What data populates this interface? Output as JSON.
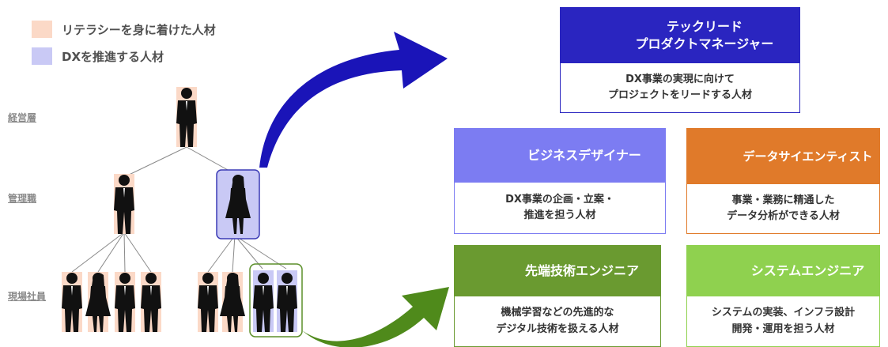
{
  "legend": [
    {
      "label": "リテラシーを身に着けた人材",
      "color": "#fbd9c7"
    },
    {
      "label": "DXを推進する人材",
      "color": "#c9c9f5"
    }
  ],
  "levels": [
    "経営層",
    "管理職",
    "現場社員"
  ],
  "cards": {
    "tech_lead": {
      "title_1": "テックリード",
      "title_2": "プロダクトマネージャー",
      "desc_1": "DX事業の実現に向けて",
      "desc_2": "プロジェクトをリードする人材",
      "header_color": "#2a25c0",
      "icon": "woman-headset-icon"
    },
    "biz_designer": {
      "title": "ビジネスデザイナー",
      "desc_1": "DX事業の企画・立案・",
      "desc_2": "推進を担う人材",
      "header_color": "#7c7cf2",
      "icon": "man-glasses-icon"
    },
    "data_scientist": {
      "title": "データサイエンティスト",
      "desc_1": "事業・業務に精通した",
      "desc_2": "データ分析ができる人材",
      "header_color": "#e07a2a",
      "icon": "senior-man-icon"
    },
    "advanced_engineer": {
      "title": "先端技術エンジニア",
      "desc_1": "機械学習などの先進的な",
      "desc_2": "デジタル技術を扱える人材",
      "header_color": "#6a9a30",
      "icon": "staff-badge-icon"
    },
    "system_engineer": {
      "title": "システムエンジニア",
      "desc_1": "システムの実装、インフラ設計",
      "desc_2": "開発・運用を担う人材",
      "header_color": "#8fd14f",
      "icon": "man-icon"
    }
  }
}
